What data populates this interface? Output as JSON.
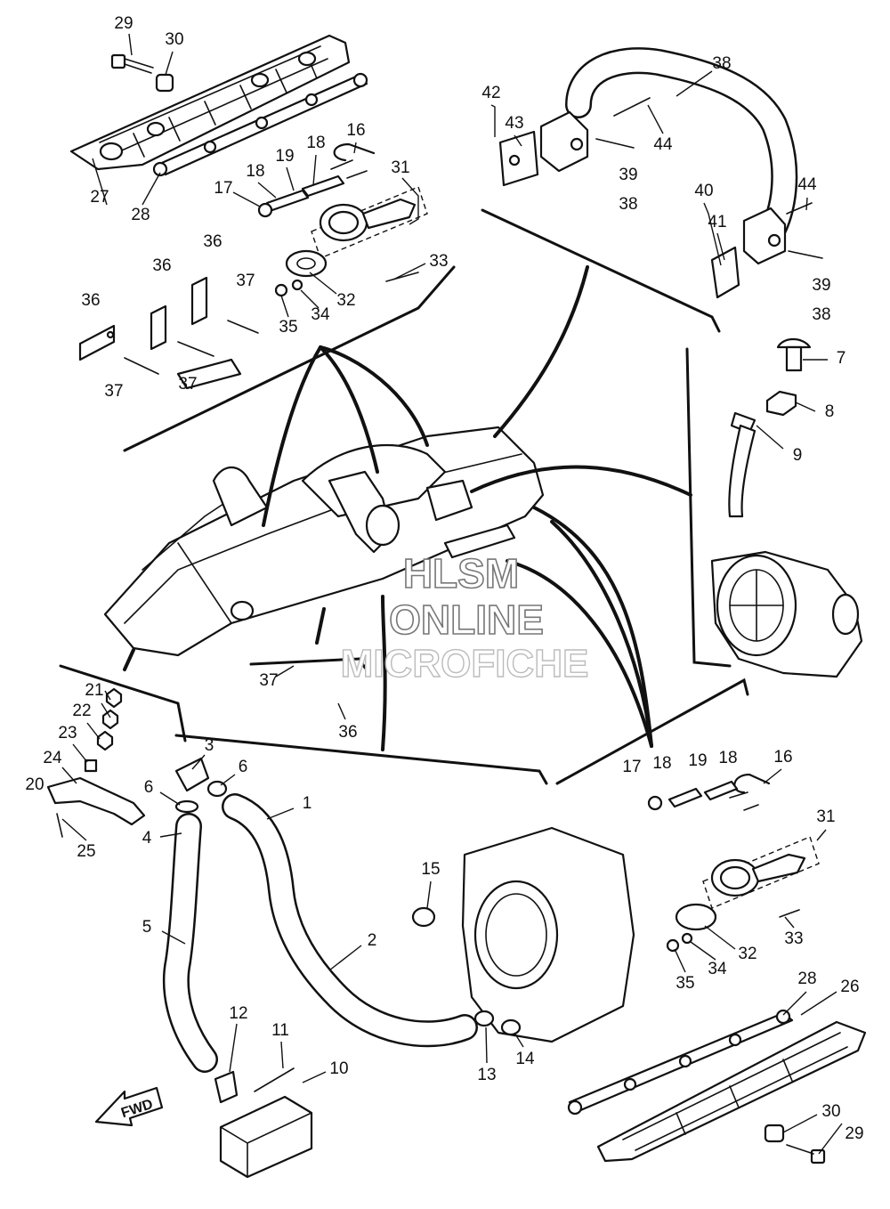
{
  "watermark": {
    "line1": "HLSM",
    "line2": "ONLINE",
    "line3": "MICROFICHE"
  },
  "direction_marker": "FWD",
  "callouts": [
    "1",
    "2",
    "3",
    "4",
    "5",
    "6",
    "6",
    "7",
    "8",
    "9",
    "10",
    "11",
    "12",
    "13",
    "14",
    "15",
    "16",
    "16",
    "17",
    "17",
    "18",
    "18",
    "18",
    "18",
    "19",
    "19",
    "20",
    "21",
    "22",
    "23",
    "24",
    "25",
    "26",
    "27",
    "28",
    "28",
    "29",
    "29",
    "30",
    "30",
    "31",
    "31",
    "32",
    "32",
    "33",
    "33",
    "34",
    "34",
    "35",
    "35",
    "36",
    "36",
    "36",
    "36",
    "37",
    "37",
    "37",
    "37",
    "38",
    "38",
    "38",
    "39",
    "39",
    "40",
    "41",
    "42",
    "43",
    "44",
    "44"
  ]
}
